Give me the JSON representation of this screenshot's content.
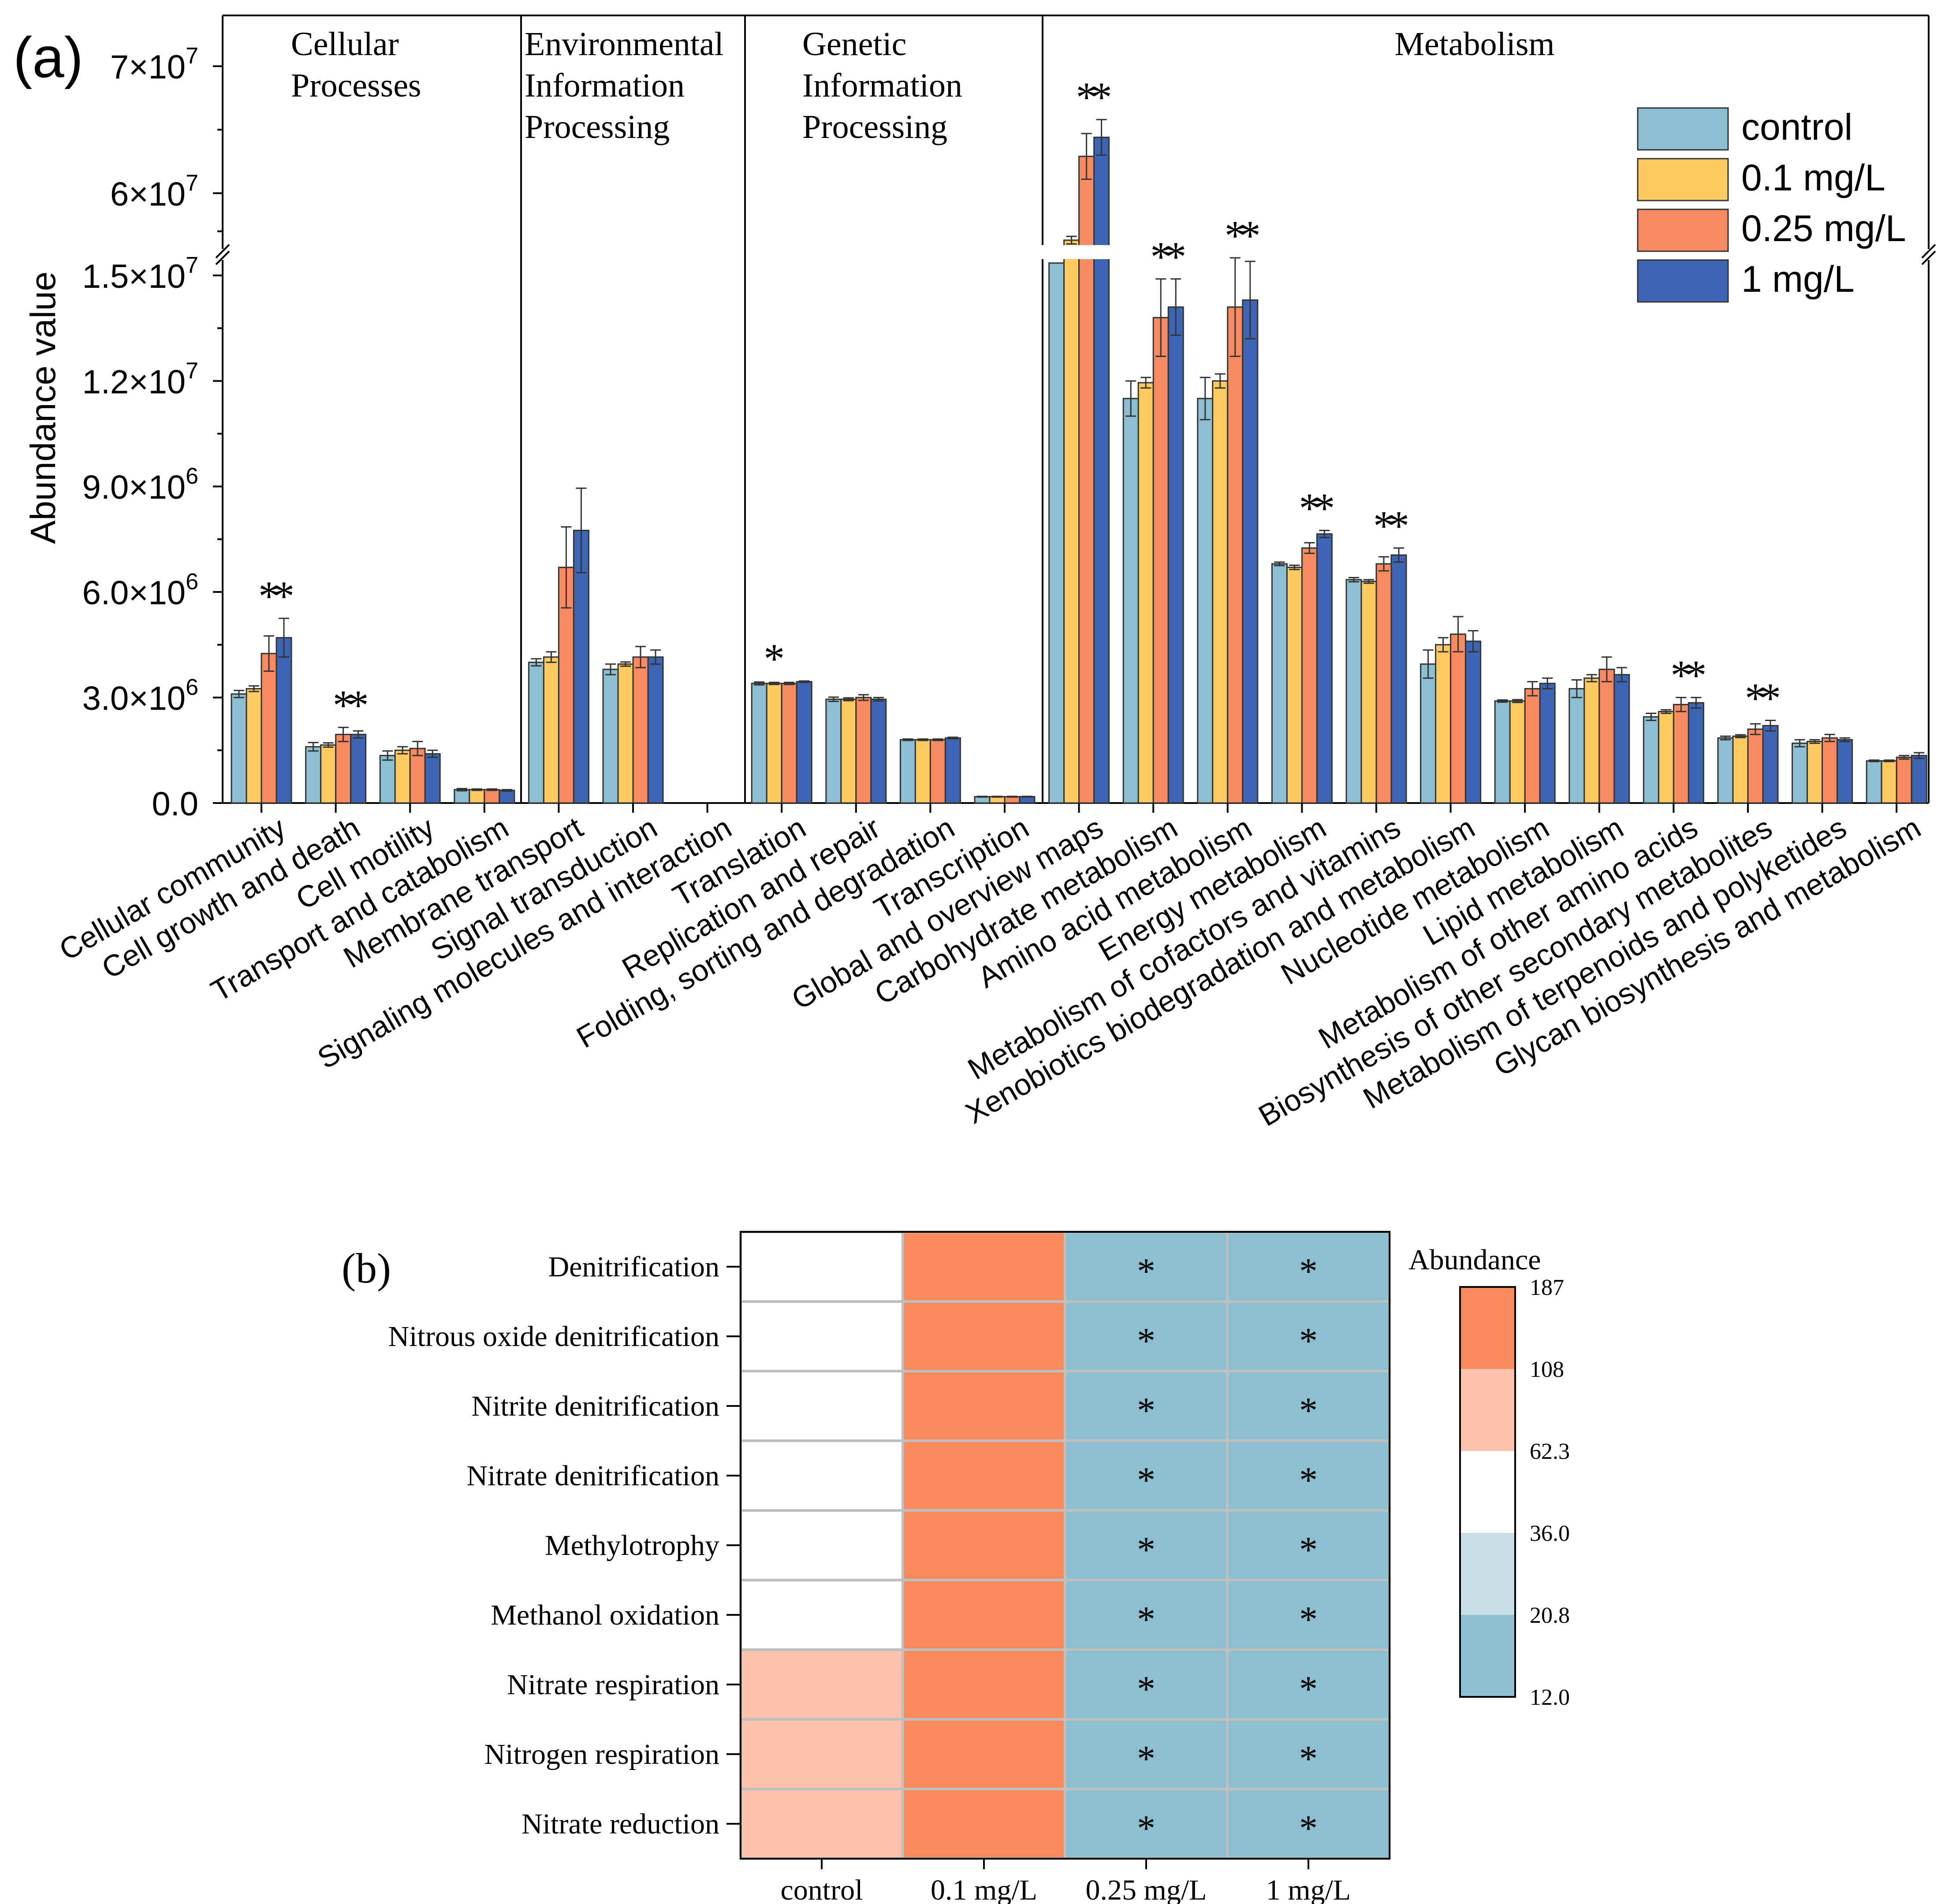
{
  "colors": {
    "control": "#8bbfd1",
    "c01": "#fdc961",
    "c025": "#f98a60",
    "c1": "#3c65b4",
    "heat_high": "#fa8a5c",
    "heat_midhigh": "#fcc1ad",
    "heat_mid": "#ffffff",
    "heat_midlow": "#c9dfe7",
    "heat_low": "#8cbfd0",
    "grid": "#bfbfbf"
  },
  "panel_a": {
    "label": "(a)",
    "ylabel": "Abundance value",
    "lower_ticks": [
      "0.0",
      "3.0×10",
      "6.0×10",
      "9.0×10",
      "1.2×10",
      "1.5×10"
    ],
    "lower_exps": [
      "",
      "6",
      "6",
      "6",
      "7",
      "7"
    ],
    "upper_ticks": [
      "6×10",
      "7×10"
    ],
    "upper_exps": [
      "7",
      "7"
    ],
    "groups": [
      {
        "lines": [
          "Cellular",
          "Processes"
        ]
      },
      {
        "lines": [
          "Environmental",
          "Information",
          "Processing"
        ]
      },
      {
        "lines": [
          "Genetic",
          "Information",
          "Processing"
        ]
      },
      {
        "lines": [
          "Metabolism"
        ]
      }
    ]
  },
  "chart_data": [
    {
      "type": "bar",
      "title": "",
      "xlabel": "",
      "ylabel": "Abundance value",
      "ylim_lower": [
        0,
        15500000
      ],
      "ylim_upper": [
        55500000,
        74000000
      ],
      "axis_break": true,
      "legend_position": "top-right",
      "categories": [
        "Cellular community",
        "Cell growth and death",
        "Cell motility",
        "Transport and catabolism",
        "Membrane transport",
        "Signal transduction",
        "Signaling molecules and interaction",
        "Translation",
        "Replication and repair",
        "Folding, sorting and degradation",
        "Transcription",
        "Global and overview maps",
        "Carbohydrate metabolism",
        "Amino acid metabolism",
        "Energy metabolism",
        "Metabolism of cofactors and vitamins",
        "Xenobiotics biodegradation and metabolism",
        "Nucleotide metabolism",
        "Lipid metabolism",
        "Metabolism of other amino acids",
        "Biosynthesis of other secondary metabolites",
        "Metabolism of terpenoids and polyketides",
        "Glycan biosynthesis and metabolism"
      ],
      "series": [
        {
          "name": "control",
          "values": [
            3100000,
            1600000,
            1350000,
            380000,
            4000000,
            3800000,
            0,
            3400000,
            2950000,
            1800000,
            180000,
            54500000,
            11500000,
            11500000,
            6800000,
            6350000,
            3950000,
            2900000,
            3250000,
            2450000,
            1850000,
            1700000,
            1200000
          ],
          "errors": [
            100000,
            120000,
            130000,
            30000,
            100000,
            150000,
            0,
            40000,
            60000,
            20000,
            10000,
            800000,
            500000,
            600000,
            50000,
            60000,
            400000,
            30000,
            250000,
            100000,
            50000,
            100000,
            20000
          ]
        },
        {
          "name": "0.1 mg/L",
          "values": [
            3250000,
            1650000,
            1500000,
            380000,
            4150000,
            3950000,
            0,
            3400000,
            2950000,
            1800000,
            180000,
            56300000,
            11950000,
            12000000,
            6700000,
            6300000,
            4500000,
            2900000,
            3550000,
            2600000,
            1900000,
            1750000,
            1200000
          ],
          "errors": [
            80000,
            60000,
            100000,
            20000,
            150000,
            60000,
            0,
            30000,
            40000,
            20000,
            10000,
            300000,
            150000,
            200000,
            60000,
            50000,
            200000,
            40000,
            100000,
            50000,
            40000,
            50000,
            20000
          ]
        },
        {
          "name": "0.25 mg/L",
          "values": [
            4250000,
            1950000,
            1550000,
            380000,
            6700000,
            4150000,
            0,
            3400000,
            3000000,
            1800000,
            180000,
            62900000,
            13800000,
            14100000,
            7250000,
            6800000,
            4800000,
            3250000,
            3800000,
            2800000,
            2100000,
            1850000,
            1300000
          ],
          "errors": [
            500000,
            200000,
            200000,
            20000,
            1150000,
            300000,
            0,
            30000,
            80000,
            20000,
            10000,
            1800000,
            1100000,
            1400000,
            150000,
            200000,
            500000,
            200000,
            350000,
            200000,
            150000,
            100000,
            50000
          ]
        },
        {
          "name": "1 mg/L",
          "values": [
            4700000,
            1950000,
            1400000,
            360000,
            7750000,
            4150000,
            0,
            3450000,
            2950000,
            1850000,
            180000,
            64400000,
            14100000,
            14300000,
            7650000,
            7050000,
            4600000,
            3400000,
            3650000,
            2850000,
            2200000,
            1800000,
            1350000
          ],
          "errors": [
            550000,
            100000,
            100000,
            20000,
            1200000,
            200000,
            0,
            20000,
            50000,
            20000,
            10000,
            1400000,
            800000,
            1100000,
            100000,
            200000,
            300000,
            150000,
            200000,
            150000,
            150000,
            50000,
            80000
          ]
        }
      ],
      "significance": [
        "**",
        "**",
        "",
        "",
        "",
        "",
        "",
        "*",
        "",
        "",
        "",
        "**",
        "**",
        "**",
        "**",
        "**",
        "",
        "",
        "",
        "**",
        "**",
        "",
        ""
      ]
    },
    {
      "type": "heatmap",
      "title": "",
      "x": [
        "control",
        "0.1 mg/L",
        "0.25 mg/L",
        "1 mg/L"
      ],
      "y": [
        "Denitrification",
        "Nitrous oxide denitrification",
        "Nitrite denitrification",
        "Nitrate denitrification",
        "Methylotrophy",
        "Methanol oxidation",
        "Nitrate respiration",
        "Nitrogen respiration",
        "Nitrate reduction"
      ],
      "value_bins": [
        [
          "36.0-62.3",
          "108-187",
          "12.0-20.8",
          "12.0-20.8"
        ],
        [
          "36.0-62.3",
          "108-187",
          "12.0-20.8",
          "12.0-20.8"
        ],
        [
          "36.0-62.3",
          "108-187",
          "12.0-20.8",
          "12.0-20.8"
        ],
        [
          "36.0-62.3",
          "108-187",
          "12.0-20.8",
          "12.0-20.8"
        ],
        [
          "36.0-62.3",
          "108-187",
          "12.0-20.8",
          "12.0-20.8"
        ],
        [
          "36.0-62.3",
          "108-187",
          "12.0-20.8",
          "12.0-20.8"
        ],
        [
          "62.3-108",
          "108-187",
          "12.0-20.8",
          "12.0-20.8"
        ],
        [
          "62.3-108",
          "108-187",
          "12.0-20.8",
          "12.0-20.8"
        ],
        [
          "62.3-108",
          "108-187",
          "12.0-20.8",
          "12.0-20.8"
        ]
      ],
      "cell_color_keys": [
        [
          "heat_mid",
          "heat_high",
          "heat_low",
          "heat_low"
        ],
        [
          "heat_mid",
          "heat_high",
          "heat_low",
          "heat_low"
        ],
        [
          "heat_mid",
          "heat_high",
          "heat_low",
          "heat_low"
        ],
        [
          "heat_mid",
          "heat_high",
          "heat_low",
          "heat_low"
        ],
        [
          "heat_mid",
          "heat_high",
          "heat_low",
          "heat_low"
        ],
        [
          "heat_mid",
          "heat_high",
          "heat_low",
          "heat_low"
        ],
        [
          "heat_midhigh",
          "heat_high",
          "heat_low",
          "heat_low"
        ],
        [
          "heat_midhigh",
          "heat_high",
          "heat_low",
          "heat_low"
        ],
        [
          "heat_midhigh",
          "heat_high",
          "heat_low",
          "heat_low"
        ]
      ],
      "significance": [
        [
          "",
          "",
          "*",
          "*"
        ],
        [
          "",
          "",
          "*",
          "*"
        ],
        [
          "",
          "",
          "*",
          "*"
        ],
        [
          "",
          "",
          "*",
          "*"
        ],
        [
          "",
          "",
          "*",
          "*"
        ],
        [
          "",
          "",
          "*",
          "*"
        ],
        [
          "",
          "",
          "*",
          "*"
        ],
        [
          "",
          "",
          "*",
          "*"
        ],
        [
          "",
          "",
          "*",
          "*"
        ]
      ],
      "colorbar": {
        "title": "Abundance",
        "labels": [
          "187",
          "108",
          "62.3",
          "36.0",
          "20.8",
          "12.0"
        ],
        "color_keys": [
          "heat_high",
          "heat_midhigh",
          "heat_mid",
          "heat_midlow",
          "heat_low"
        ]
      }
    }
  ],
  "panel_b": {
    "label": "(b)"
  }
}
